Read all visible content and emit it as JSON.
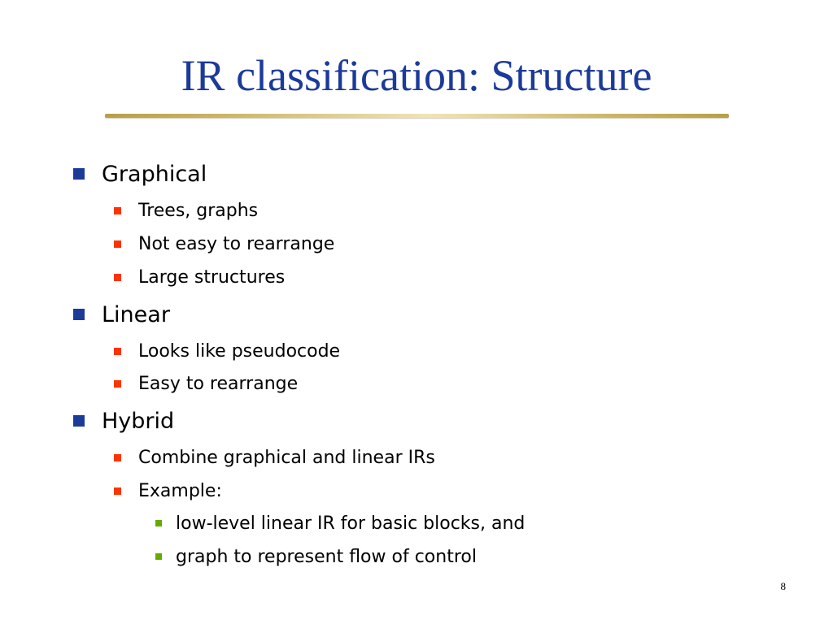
{
  "slide": {
    "title": "IR classification: Structure",
    "page_number": "8"
  },
  "colors": {
    "title": "#1c3a9a",
    "rule_gold": "#c9b464",
    "level1_bullet": "#1c3a9a",
    "level2_bullet": "#ff3300",
    "level3_bullet": "#66aa00"
  },
  "outline": [
    {
      "level": 1,
      "icon": "square-bullet-icon",
      "text": "Graphical"
    },
    {
      "level": 2,
      "icon": "square-bullet-icon",
      "text": "Trees, graphs"
    },
    {
      "level": 2,
      "icon": "square-bullet-icon",
      "text": "Not easy to rearrange"
    },
    {
      "level": 2,
      "icon": "square-bullet-icon",
      "text": "Large structures"
    },
    {
      "level": 1,
      "icon": "square-bullet-icon",
      "text": "Linear"
    },
    {
      "level": 2,
      "icon": "square-bullet-icon",
      "text": "Looks like pseudocode"
    },
    {
      "level": 2,
      "icon": "square-bullet-icon",
      "text": "Easy to rearrange"
    },
    {
      "level": 1,
      "icon": "square-bullet-icon",
      "text": "Hybrid"
    },
    {
      "level": 2,
      "icon": "square-bullet-icon",
      "text": "Combine graphical and linear IRs"
    },
    {
      "level": 2,
      "icon": "square-bullet-icon",
      "text": "Example:"
    },
    {
      "level": 3,
      "icon": "square-bullet-icon",
      "text": "low-level linear IR for basic blocks, and"
    },
    {
      "level": 3,
      "icon": "square-bullet-icon",
      "text": "graph to represent flow of control"
    }
  ]
}
